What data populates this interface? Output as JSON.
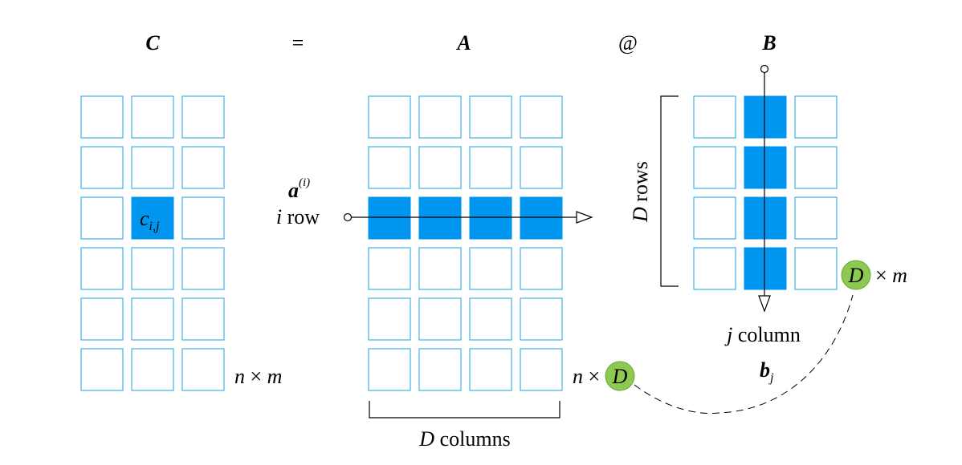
{
  "colors": {
    "cell_stroke": "#1ca0e0",
    "cell_fill_highlight": "#0096f0",
    "green_circle": "#8dc850",
    "green_circle_stroke": "#6aa83a",
    "line": "#000000"
  },
  "headings": {
    "c": "C",
    "equals": "=",
    "a": "A",
    "matmul": "@",
    "b": "B"
  },
  "matrix_c": {
    "rows": 6,
    "cols": 3,
    "highlight": [
      [
        2,
        1
      ]
    ],
    "cell_label": {
      "base": "c",
      "sub": "i,j"
    }
  },
  "matrix_a": {
    "rows": 6,
    "cols": 4,
    "highlight_row": 2
  },
  "matrix_b": {
    "rows": 4,
    "cols": 3,
    "highlight_col": 1
  },
  "labels": {
    "c_dims": {
      "n": "n",
      "times": "×",
      "m": "m"
    },
    "a_dims": {
      "n": "n",
      "times": "×",
      "d": "D"
    },
    "b_dims": {
      "d": "D",
      "times": "×",
      "m": "m"
    },
    "row_vector": {
      "base": "a",
      "sup": "(i)"
    },
    "i_row": {
      "var": "i",
      "word": "row"
    },
    "d_columns": {
      "var": "D",
      "word": "columns"
    },
    "d_rows": {
      "var": "D",
      "word": "rows"
    },
    "j_column": {
      "var": "j",
      "word": "column"
    },
    "col_vector": {
      "base": "b",
      "sub": "j"
    }
  }
}
